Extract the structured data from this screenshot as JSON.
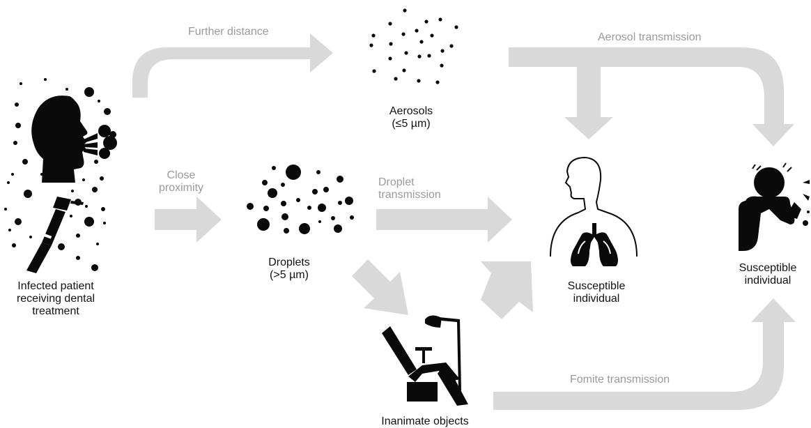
{
  "colors": {
    "arrow": "#d9d9d9",
    "icon": "#0a0a0a",
    "label_dark": "#111111",
    "label_grey": "#9a9a9a"
  },
  "nodes": {
    "patient": [
      "Infected patient",
      "receiving dental",
      "treatment"
    ],
    "aerosols": [
      "Aerosols",
      "(≤5 µm)"
    ],
    "droplets": [
      "Droplets",
      "(>5 µm)"
    ],
    "susceptible_center": [
      "Susceptible",
      "individual"
    ],
    "susceptible_right": [
      "Susceptible",
      "individual"
    ],
    "inanimate": "Inanimate objects"
  },
  "edges": {
    "further_distance": "Further distance",
    "close_proximity": [
      "Close",
      "proximity"
    ],
    "droplet_transmission": [
      "Droplet",
      "transmission"
    ],
    "aerosol_transmission": "Aerosol transmission",
    "fomite_transmission": "Fomite transmission"
  },
  "icons": {
    "patient": [
      "head-profile-icon",
      "dental-handpiece-icon"
    ],
    "aerosols": "aerosol-particles-icon",
    "droplets": "droplet-particles-icon",
    "susceptible_center": "lungs-person-icon",
    "susceptible_right": "sneezing-person-icon",
    "inanimate": "dental-chair-icon"
  }
}
